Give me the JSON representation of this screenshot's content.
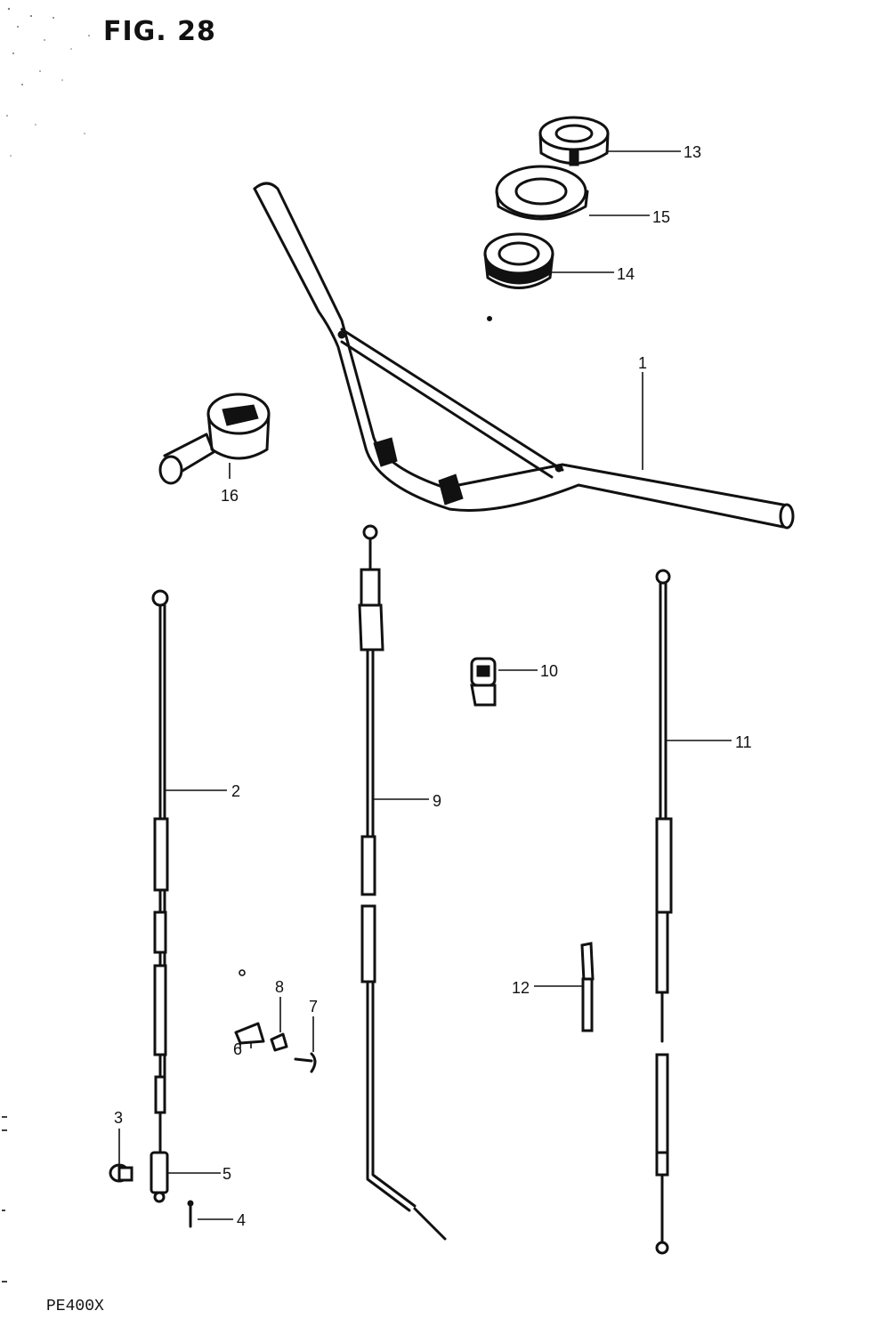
{
  "figure_label": "FIG. 28",
  "model_code": "PE400X",
  "callouts": [
    {
      "id": "1",
      "label": "1"
    },
    {
      "id": "2",
      "label": "2"
    },
    {
      "id": "3",
      "label": "3"
    },
    {
      "id": "4",
      "label": "4"
    },
    {
      "id": "5",
      "label": "5"
    },
    {
      "id": "6",
      "label": "6"
    },
    {
      "id": "7",
      "label": "7"
    },
    {
      "id": "8",
      "label": "8"
    },
    {
      "id": "9",
      "label": "9"
    },
    {
      "id": "10",
      "label": "10"
    },
    {
      "id": "11",
      "label": "11"
    },
    {
      "id": "12",
      "label": "12"
    },
    {
      "id": "13",
      "label": "13"
    },
    {
      "id": "14",
      "label": "14"
    },
    {
      "id": "15",
      "label": "15"
    },
    {
      "id": "16",
      "label": "16"
    }
  ]
}
